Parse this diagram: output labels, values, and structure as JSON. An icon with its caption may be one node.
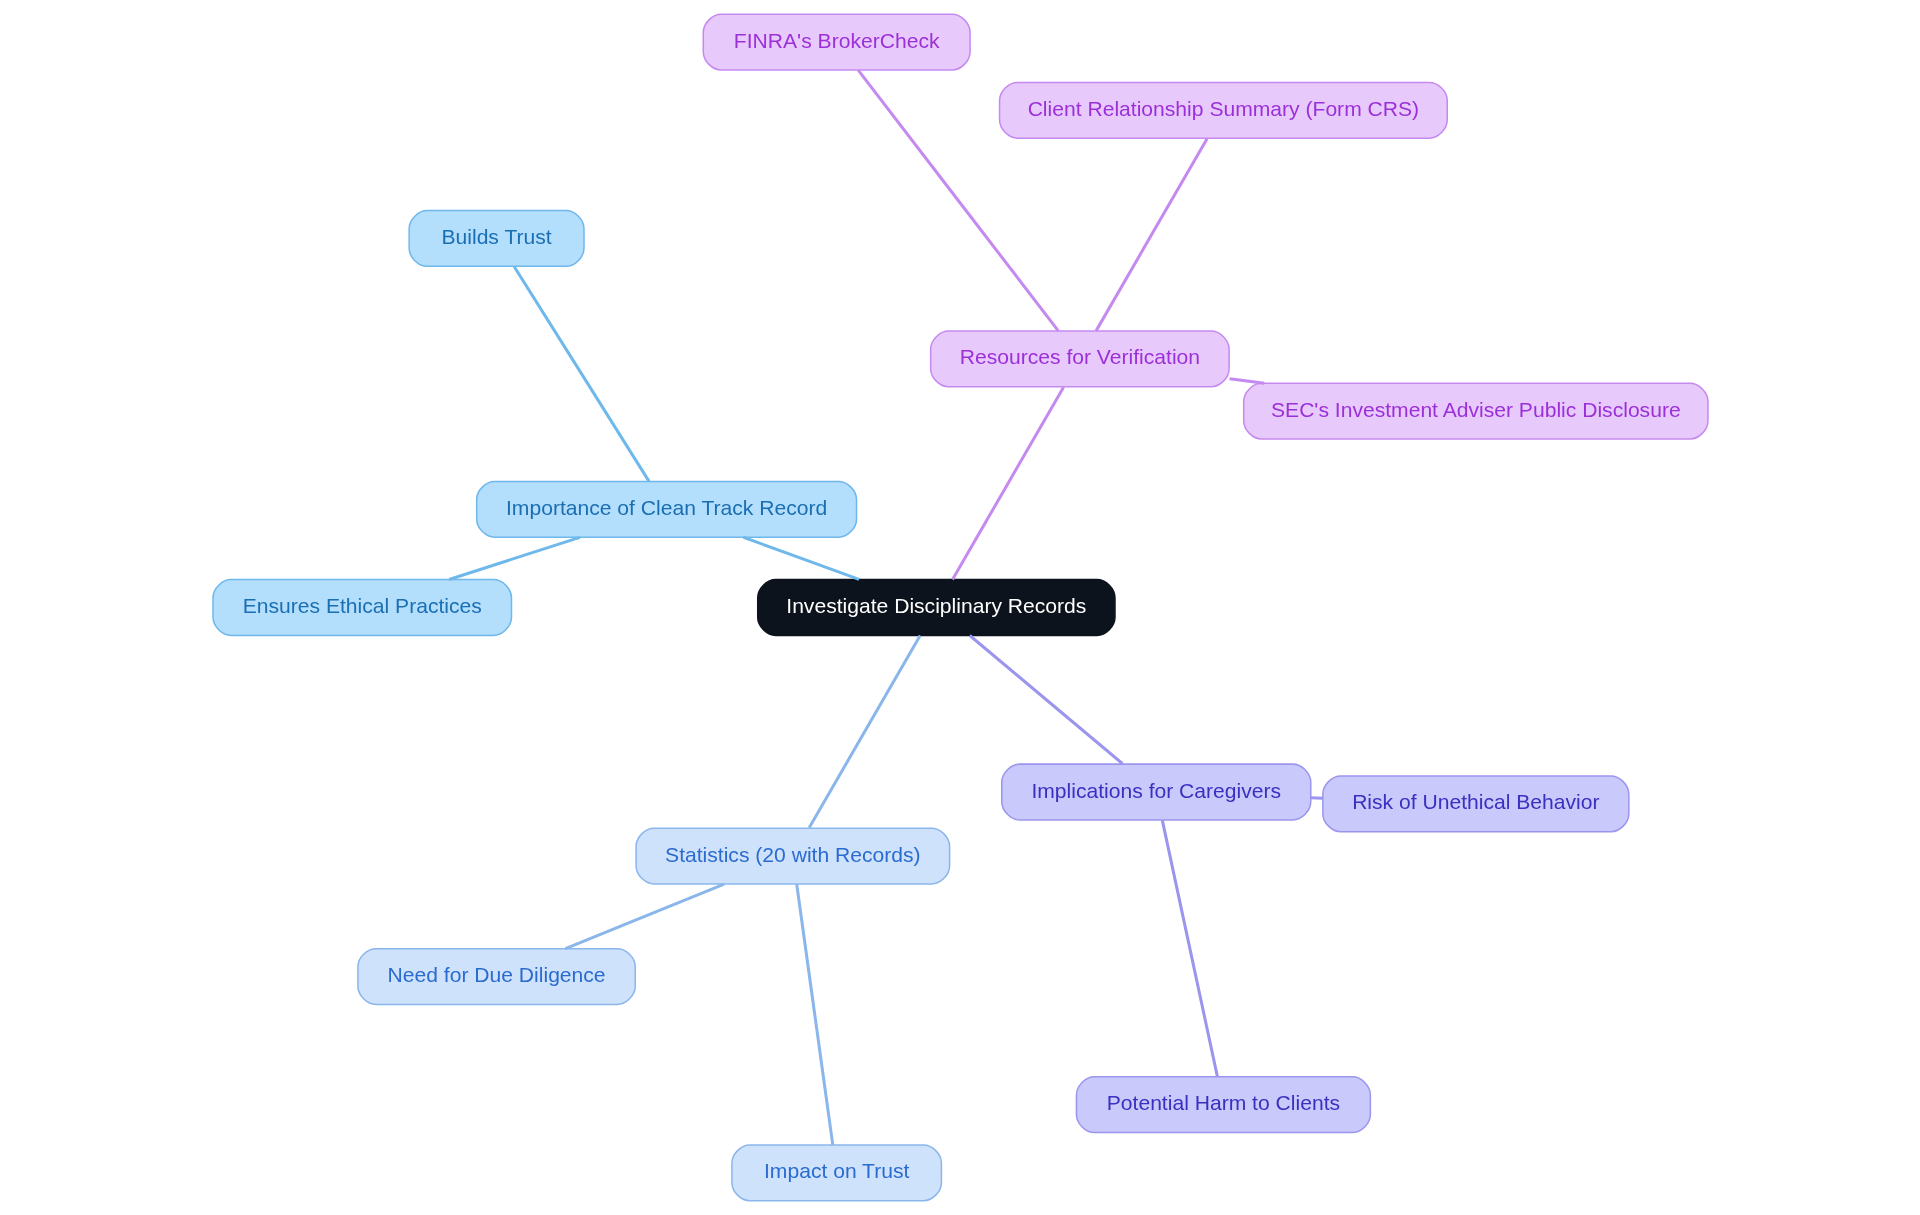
{
  "diagram": {
    "nodes": [
      {
        "text": [
          "Investigate Disciplinary Records"
        ]
      },
      {
        "text": [
          "Resources for Verification"
        ]
      },
      {
        "text": [
          "SEC's Investment Adviser Public Disclosure"
        ]
      },
      {
        "text": [
          "Client Relationship Summary (Form CRS)"
        ]
      },
      {
        "text": [
          "FINRA's BrokerCheck"
        ]
      },
      {
        "text": [
          "Importance of Clean Track Record"
        ]
      },
      {
        "text": [
          "Builds Trust"
        ]
      },
      {
        "text": [
          "Ensures Ethical Practices"
        ]
      },
      {
        "text": [
          "Statistics (20 with Records)"
        ]
      },
      {
        "text": [
          "Need for Due Diligence"
        ]
      },
      {
        "text": [
          "Impact on Trust"
        ]
      },
      {
        "text": [
          "Implications for Caregivers"
        ]
      },
      {
        "text": [
          "Potential Harm to Clients"
        ]
      },
      {
        "text": [
          "Risk of Unethical Behavior"
        ]
      }
    ],
    "edges": [
      {
        "from": 0,
        "to": 1,
        "arrow": "none",
        "color": "#c58af0"
      },
      {
        "from": 1,
        "to": 2,
        "arrow": "none",
        "color": "#c58af0"
      },
      {
        "from": 1,
        "to": 3,
        "arrow": "none",
        "color": "#c58af0"
      },
      {
        "from": 1,
        "to": 4,
        "arrow": "none",
        "color": "#c58af0"
      },
      {
        "from": 0,
        "to": 5,
        "arrow": "none",
        "color": "#6fb8ec"
      },
      {
        "from": 5,
        "to": 6,
        "arrow": "none",
        "color": "#6fb8ec"
      },
      {
        "from": 5,
        "to": 7,
        "arrow": "none",
        "color": "#6fb8ec"
      },
      {
        "from": 0,
        "to": 8,
        "arrow": "none",
        "color": "#8ab6ec"
      },
      {
        "from": 8,
        "to": 9,
        "arrow": "none",
        "color": "#8ab6ec"
      },
      {
        "from": 8,
        "to": 10,
        "arrow": "none",
        "color": "#8ab6ec"
      },
      {
        "from": 0,
        "to": 11,
        "arrow": "none",
        "color": "#9c95ee"
      },
      {
        "from": 11,
        "to": 12,
        "arrow": "none",
        "color": "#9c95ee"
      },
      {
        "from": 11,
        "to": 13,
        "arrow": "none",
        "color": "#9c95ee"
      }
    ]
  }
}
